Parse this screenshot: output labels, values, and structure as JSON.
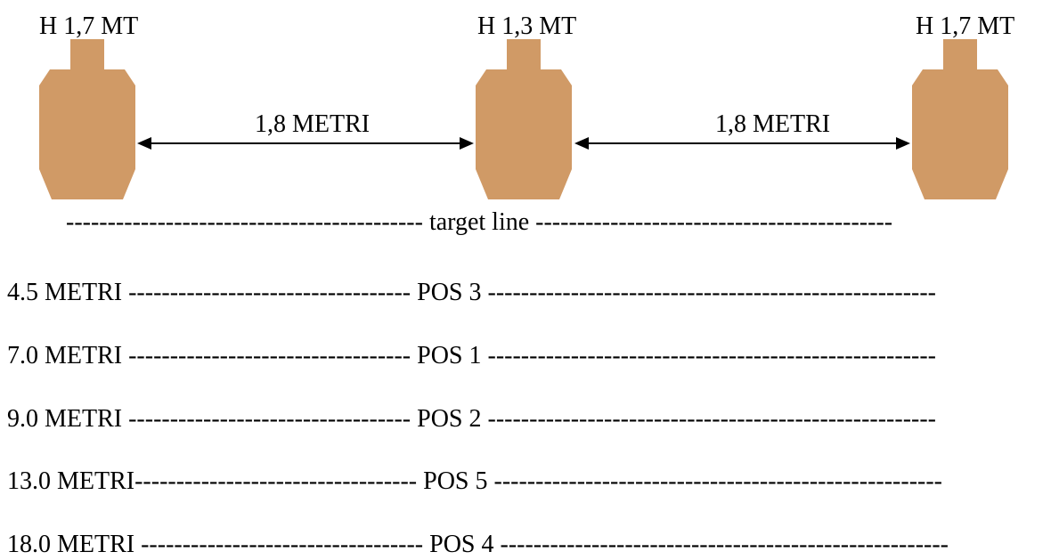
{
  "colors": {
    "target_fill": "#D09A66",
    "ink": "#000000"
  },
  "targets": [
    {
      "height_label": "H 1,7 MT"
    },
    {
      "height_label": "H 1,3 MT"
    },
    {
      "height_label": "H 1,7 MT"
    }
  ],
  "spacing": [
    {
      "label": "1,8 METRI"
    },
    {
      "label": "1,8 METRI"
    }
  ],
  "target_line": "------------------------------------------- target line -------------------------------------------",
  "positions": [
    {
      "text": "4.5 METRI ---------------------------------- POS 3 ------------------------------------------------------"
    },
    {
      "text": "7.0 METRI ---------------------------------- POS 1 ------------------------------------------------------"
    },
    {
      "text": "9.0 METRI ---------------------------------- POS 2 ------------------------------------------------------"
    },
    {
      "text": "13.0 METRI---------------------------------- POS 5 ------------------------------------------------------"
    },
    {
      "text": "18.0 METRI ---------------------------------- POS 4 ------------------------------------------------------"
    }
  ]
}
